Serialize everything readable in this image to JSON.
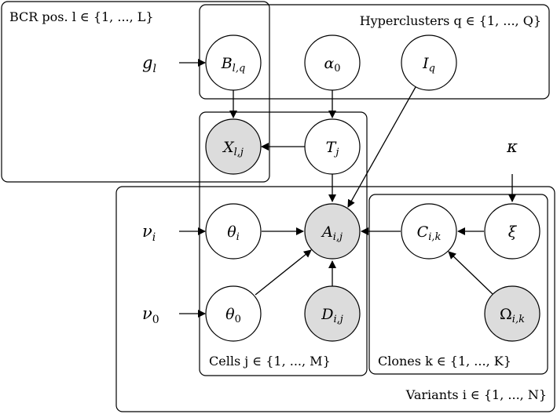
{
  "plates": {
    "bcr": "BCR pos.  l ∈ {1, ..., L}",
    "hyperclusters": "Hyperclusters  q ∈ {1, ..., Q}",
    "cells": "Cells  j ∈ {1, ..., M}",
    "clones": "Clones  k ∈ {1, ..., K}",
    "variants": "Variants  i ∈ {1, ..., N}"
  },
  "nodes": {
    "B": "B",
    "B_sub": "l,q",
    "alpha": "α",
    "alpha_sub": "0",
    "I": "I",
    "I_sub": "q",
    "X": "X",
    "X_sub": "l,j",
    "T": "T",
    "T_sub": "j",
    "theta": "θ",
    "theta_sub": "i",
    "A": "A",
    "A_sub": "i,j",
    "C": "C",
    "C_sub": "i,k",
    "xi": "ξ",
    "theta0": "θ",
    "theta0_sub": "0",
    "D": "D",
    "D_sub": "i,j",
    "Omega": "Ω",
    "Omega_sub": "i,k"
  },
  "externals": {
    "g": "g",
    "g_sub": "l",
    "kappa": "κ",
    "nu": "ν",
    "nu_sub": "i",
    "nu0": "ν",
    "nu0_sub": "0"
  }
}
